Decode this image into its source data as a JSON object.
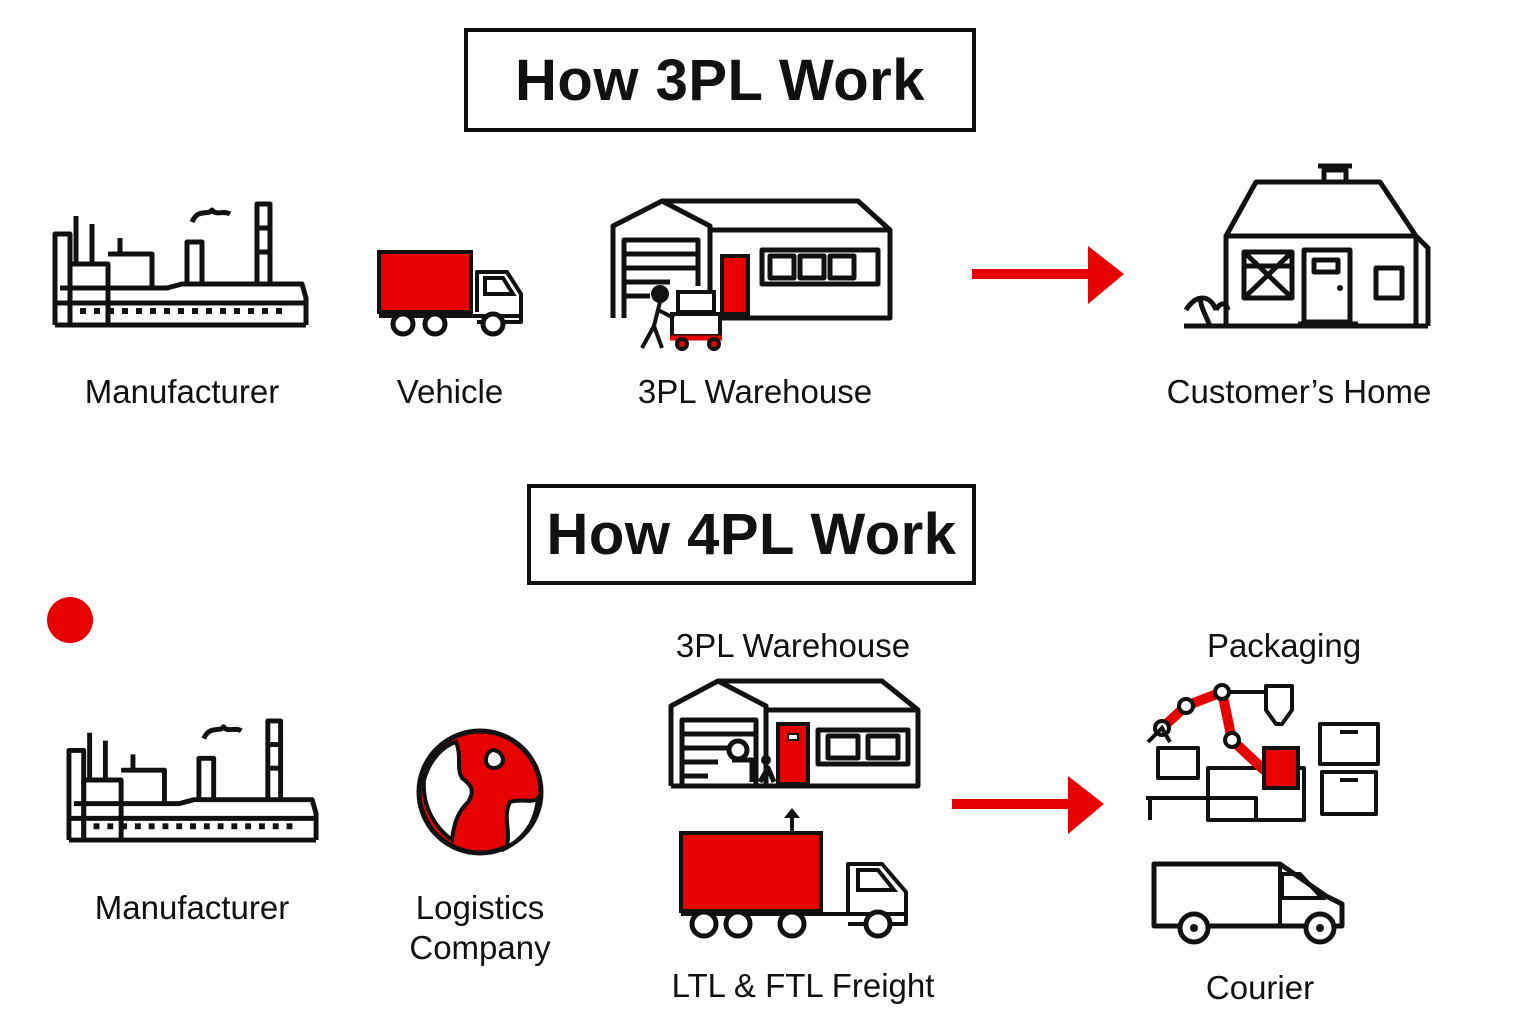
{
  "colors": {
    "accent": "#e60000",
    "ink": "#111111"
  },
  "section_3pl": {
    "title": "How 3PL Work",
    "nodes": [
      {
        "label": "Manufacturer",
        "icon": "factory-icon"
      },
      {
        "label": "Vehicle",
        "icon": "truck-icon"
      },
      {
        "label": "3PL Warehouse",
        "icon": "warehouse-icon"
      },
      {
        "label": "Customer’s Home",
        "icon": "house-icon"
      }
    ]
  },
  "section_4pl": {
    "title": "How 4PL Work",
    "nodes": [
      {
        "label": "Manufacturer",
        "icon": "factory-icon"
      },
      {
        "label_line1": "Logistics",
        "label_line2": "Company",
        "icon": "globe-icon"
      },
      {
        "label": "3PL Warehouse",
        "icon": "warehouse-icon"
      },
      {
        "label": "LTL & FTL Freight",
        "icon": "truck-icon"
      },
      {
        "label": "Packaging",
        "icon": "robot-arm-icon"
      },
      {
        "label": "Courier",
        "icon": "van-icon"
      }
    ]
  }
}
